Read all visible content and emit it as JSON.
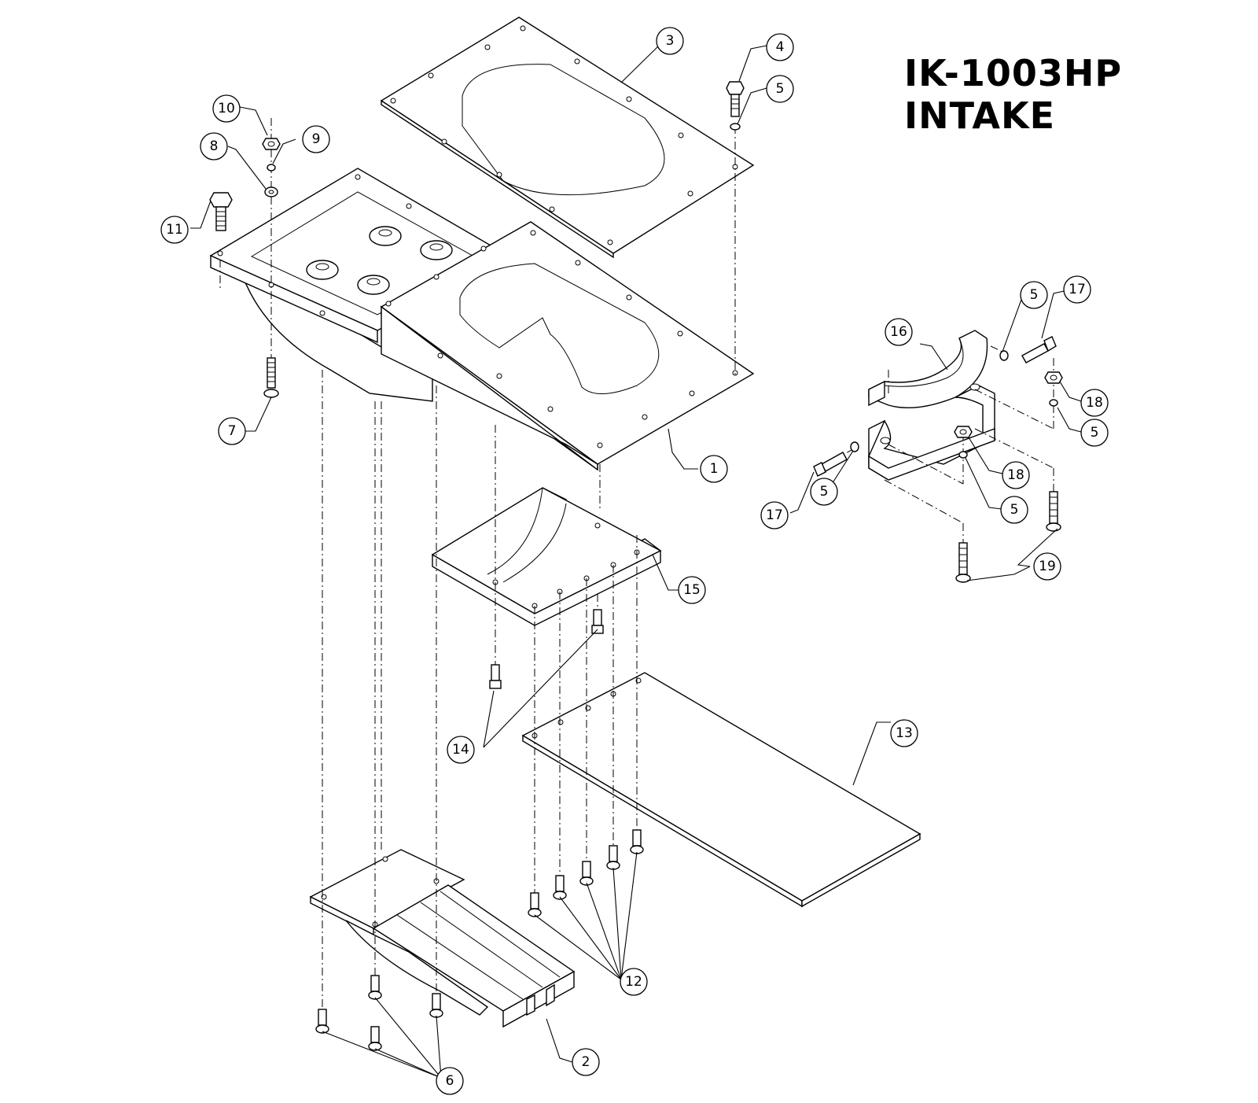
{
  "title": "IK-1003HP INTAKE",
  "callouts": [
    {
      "id": "c1",
      "label": "1"
    },
    {
      "id": "c2",
      "label": "2"
    },
    {
      "id": "c3",
      "label": "3"
    },
    {
      "id": "c4",
      "label": "4"
    },
    {
      "id": "c5a",
      "label": "5"
    },
    {
      "id": "c5b",
      "label": "5"
    },
    {
      "id": "c5c",
      "label": "5"
    },
    {
      "id": "c5d",
      "label": "5"
    },
    {
      "id": "c5e",
      "label": "5"
    },
    {
      "id": "c6",
      "label": "6"
    },
    {
      "id": "c7",
      "label": "7"
    },
    {
      "id": "c8",
      "label": "8"
    },
    {
      "id": "c9",
      "label": "9"
    },
    {
      "id": "c10",
      "label": "10"
    },
    {
      "id": "c11",
      "label": "11"
    },
    {
      "id": "c12",
      "label": "12"
    },
    {
      "id": "c13",
      "label": "13"
    },
    {
      "id": "c14",
      "label": "14"
    },
    {
      "id": "c15",
      "label": "15"
    },
    {
      "id": "c16",
      "label": "16"
    },
    {
      "id": "c17a",
      "label": "17"
    },
    {
      "id": "c17b",
      "label": "17"
    },
    {
      "id": "c18a",
      "label": "18"
    },
    {
      "id": "c18b",
      "label": "18"
    },
    {
      "id": "c19",
      "label": "19"
    }
  ],
  "parts": [
    "intake-base-plate",
    "grate",
    "top-gasket-plate",
    "hex-bolt",
    "lock-washer",
    "flat-head-screw-6",
    "flat-head-screw-7",
    "flat-washer",
    "lock-washer-9",
    "hex-nut-10",
    "hex-bolt-11",
    "flat-head-screw-12",
    "ride-plate",
    "socket-cap-screw-14",
    "transom-spacer",
    "clamp-half",
    "socket-cap-screw-17",
    "hex-nut-18",
    "flat-head-screw-19"
  ]
}
